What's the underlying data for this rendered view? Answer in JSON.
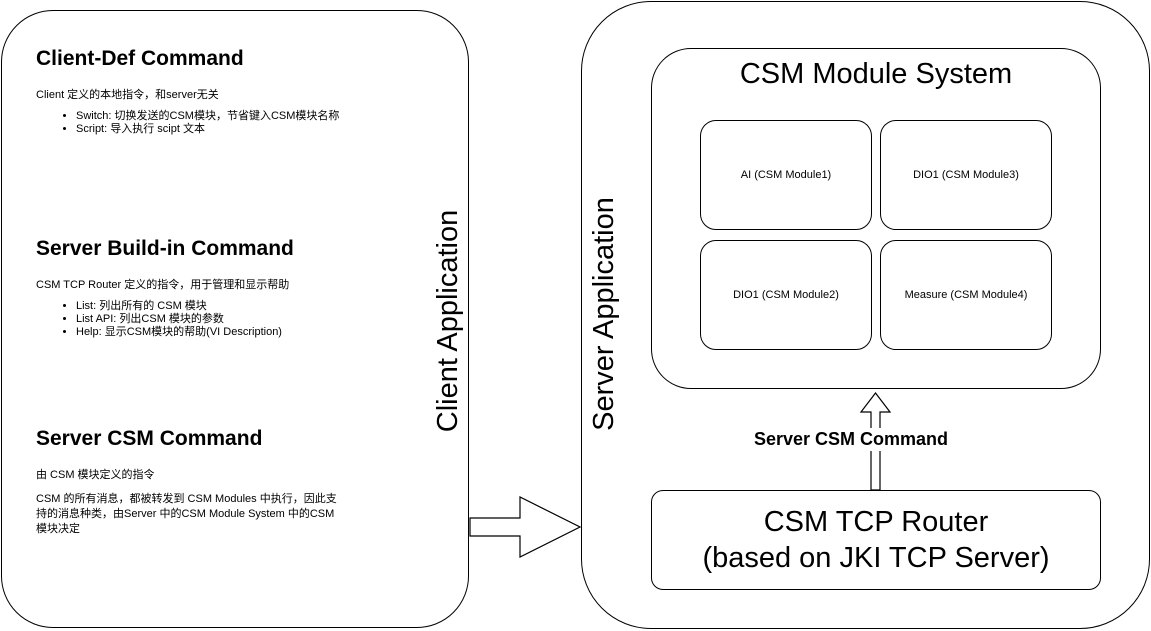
{
  "client": {
    "label": "Client Application",
    "sections": [
      {
        "title": "Client-Def Command",
        "desc": "Client 定义的本地指令，和server无关",
        "items": [
          "Switch: 切换发送的CSM模块，节省键入CSM模块名称",
          "Script: 导入执行 scipt 文本"
        ]
      },
      {
        "title": "Server Build-in Command",
        "desc": "CSM TCP Router 定义的指令，用于管理和显示帮助",
        "items": [
          "List: 列出所有的 CSM 模块",
          "List API: 列出CSM 模块的参数",
          "Help: 显示CSM模块的帮助(VI Description)"
        ]
      },
      {
        "title": "Server CSM Command",
        "desc": "由 CSM 模块定义的指令",
        "desc2_line1": "CSM 的所有消息，都被转发到 CSM Modules 中执行，因此支",
        "desc2_line2": "持的消息种类，由Server 中的CSM Module System 中的CSM",
        "desc2_line3": "模块决定"
      }
    ]
  },
  "server": {
    "label": "Server Application",
    "module_system": {
      "title": "CSM Module System",
      "modules": [
        "AI (CSM Module1)",
        "DIO1 (CSM Module3)",
        "DIO1 (CSM Module2)",
        "Measure (CSM Module4)"
      ]
    },
    "command_label": "Server  CSM Command",
    "router": {
      "line1": "CSM TCP Router",
      "line2": "(based on JKI TCP Server)"
    }
  }
}
